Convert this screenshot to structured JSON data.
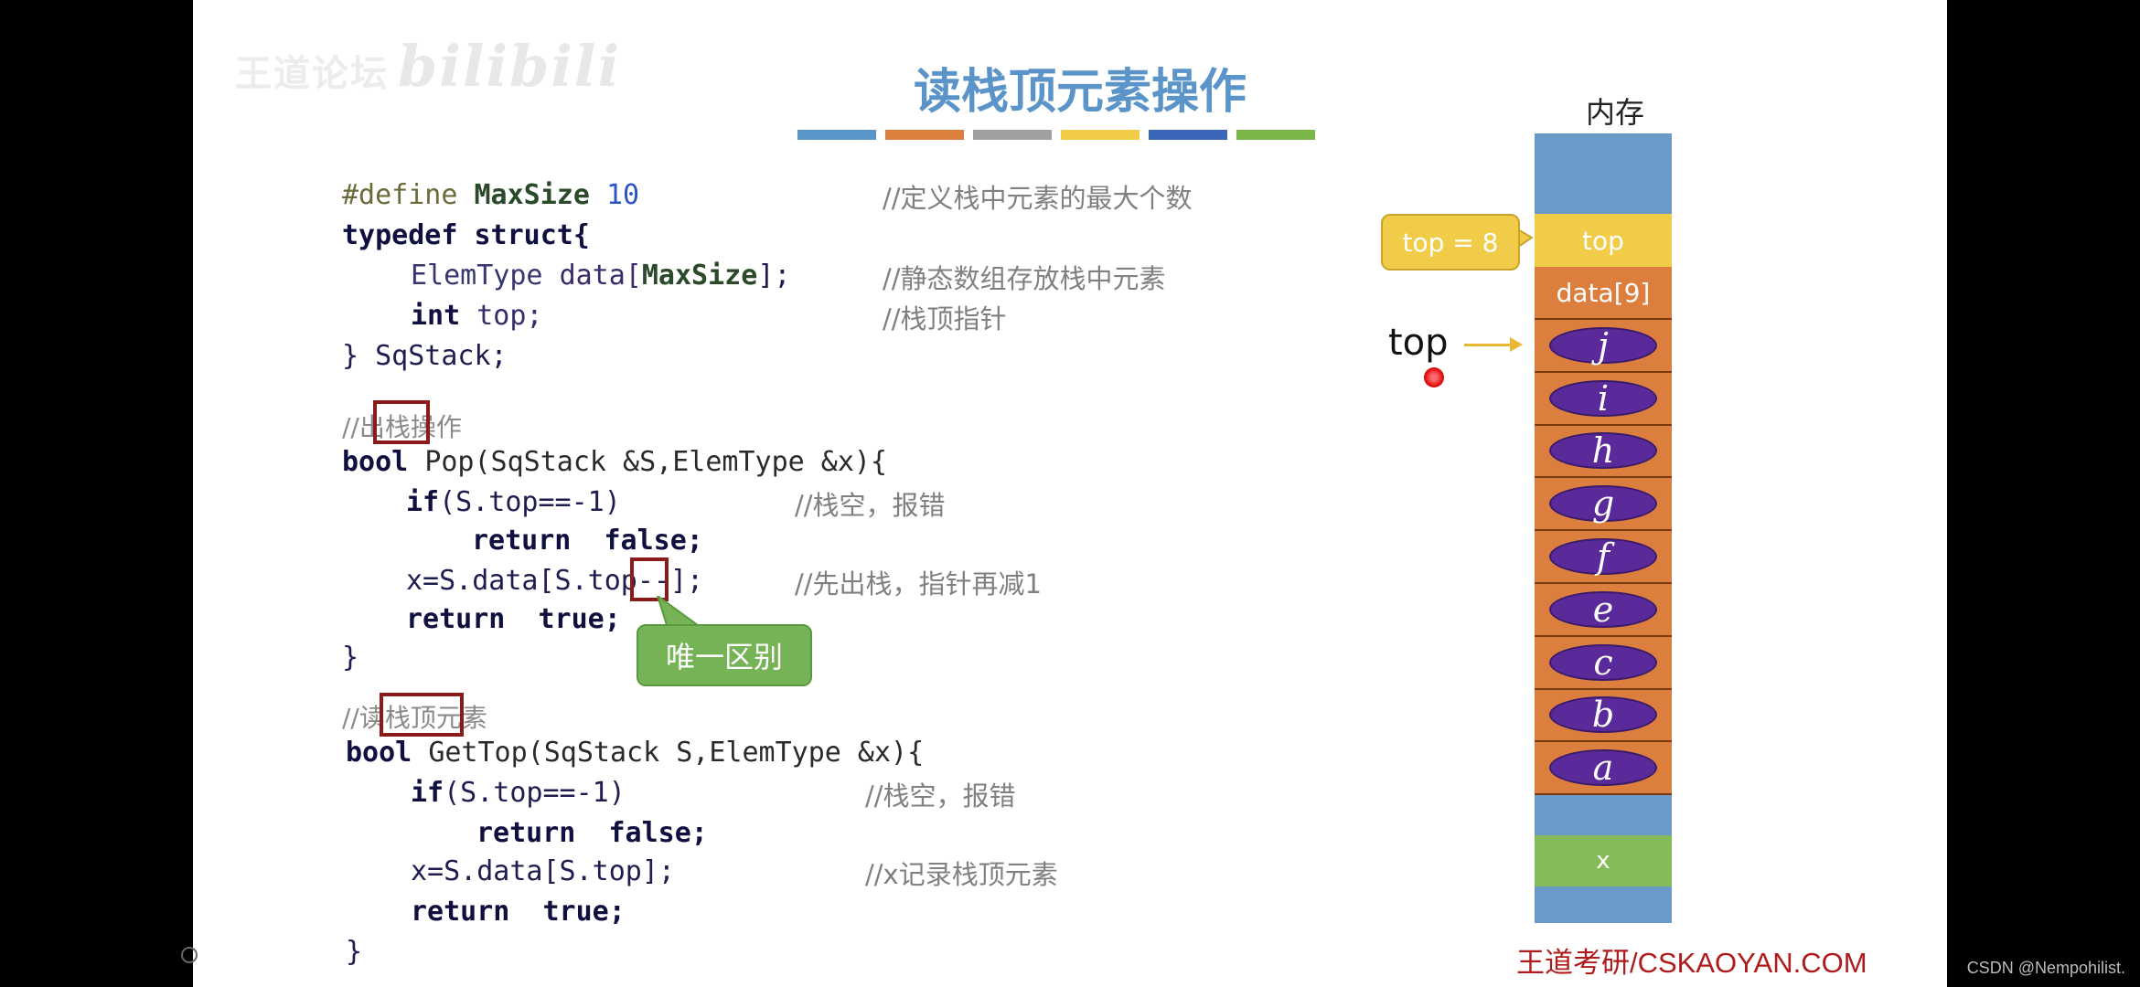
{
  "logo": {
    "text": "王道论坛",
    "brand_mark": "bilibili"
  },
  "title": "读栈顶元素操作",
  "title_bar_colors": [
    "#5a94c8",
    "#dc7e3e",
    "#a0a0a0",
    "#f0cc48",
    "#3c66b8",
    "#7ab648"
  ],
  "code": {
    "define_kw": "#define",
    "define_name": "MaxSize",
    "define_val": "10",
    "define_comment": "//定义栈中元素的最大个数",
    "typedef_line": "typedef struct{",
    "data_type": "ElemType",
    "data_name": "data[",
    "data_size": "MaxSize",
    "data_end": "];",
    "data_comment": "//静态数组存放栈中元素",
    "int_kw": "int",
    "top_name": "top;",
    "top_comment": "//栈顶指针",
    "struct_end": "} SqStack;",
    "pop_comment_prefix": "//",
    "pop_comment_word": "出栈操作",
    "pop_bool": "bool",
    "pop_sig": "Pop(SqStack &S,ElemType &x){",
    "pop_if": "if",
    "pop_cond": "(S.top==-1)",
    "pop_if_comment": "//栈空，报错",
    "pop_return_false": "return  false;",
    "pop_assign": "x=S.data[S.top--];",
    "pop_assign_comment": "//先出栈，指针再减1",
    "pop_return_true": "return  true;",
    "pop_close": "}",
    "get_comment_prefix": "//",
    "get_comment_word": "读栈顶元素",
    "get_bool": "bool",
    "get_sig": "GetTop(SqStack S,ElemType &x){",
    "get_if": "if",
    "get_cond": "(S.top==-1)",
    "get_if_comment": "//栈空，报错",
    "get_return_false": "return  false;",
    "get_assign": "x=S.data[S.top];",
    "get_assign_comment": "//x记录栈顶元素",
    "get_return_true": "return  true;",
    "get_close": "}"
  },
  "callout_diff": "唯一区别",
  "memory": {
    "label": "内存",
    "top_cell": "top",
    "data9_cell": "data[9]",
    "elements": [
      "j",
      "i",
      "h",
      "g",
      "f",
      "e",
      "c",
      "b",
      "a"
    ],
    "x_cell": "x",
    "top_value_callout": "top = 8",
    "top_pointer_label": "top"
  },
  "brand": "王道考研/CSKAOYAN.COM",
  "watermark": "CSDN @Nempohilist."
}
